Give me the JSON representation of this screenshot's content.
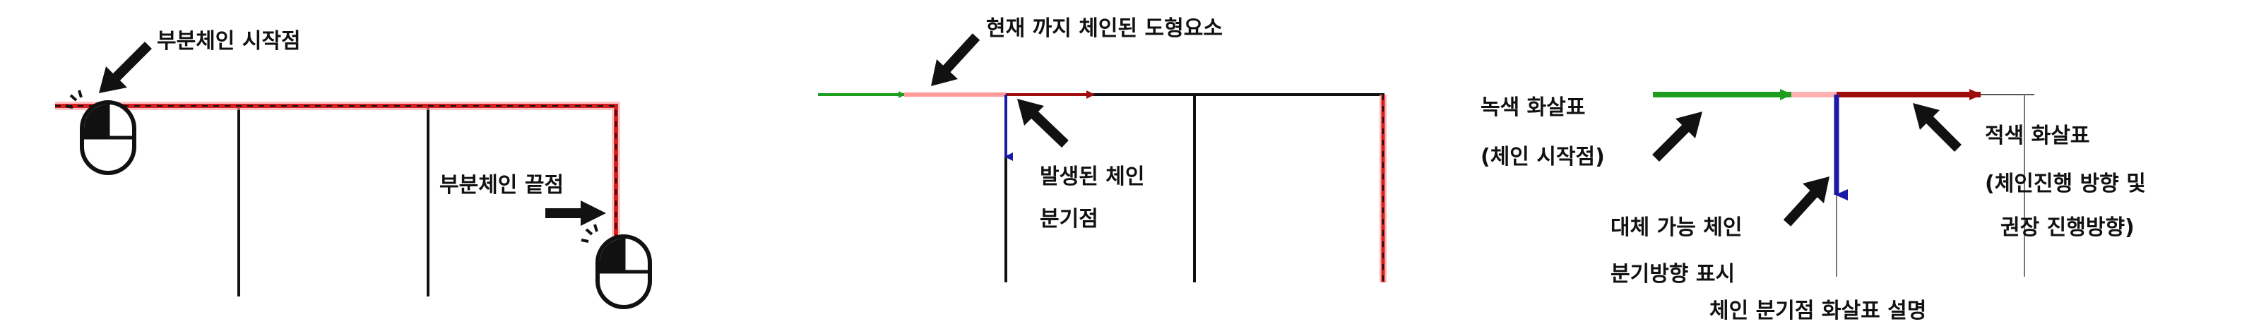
{
  "panel1": {
    "start_label": "부분체인 시작점",
    "end_label": "부분체인 끝점"
  },
  "panel2": {
    "chained_label": "현재 까지 체인된 도형요소",
    "branch_label_line1": "발생된 체인",
    "branch_label_line2": "분기점"
  },
  "panel3": {
    "green_label_line1": "녹색 화살표",
    "green_label_line2": "(체인 시작점)",
    "red_label_line1": "적색 화살표",
    "red_label_line2": "(체인진행 방향 및",
    "red_label_line3": "권장 진행방향)",
    "alt_label_line1": "대체 가능 체인",
    "alt_label_line2": "분기방향 표시",
    "caption": "체인 분기점 화살표 설명"
  },
  "colors": {
    "chain_red": "#d42020",
    "chain_highlight": "#ff8080",
    "green_arrow": "#1e9e1e",
    "red_arrow": "#9e0c0c",
    "blue_arrow": "#1a1aa8",
    "line": "#111111",
    "pointer": "#111111"
  },
  "icons": [
    "mouse-left-click-icon",
    "pointer-arrow-icon"
  ]
}
